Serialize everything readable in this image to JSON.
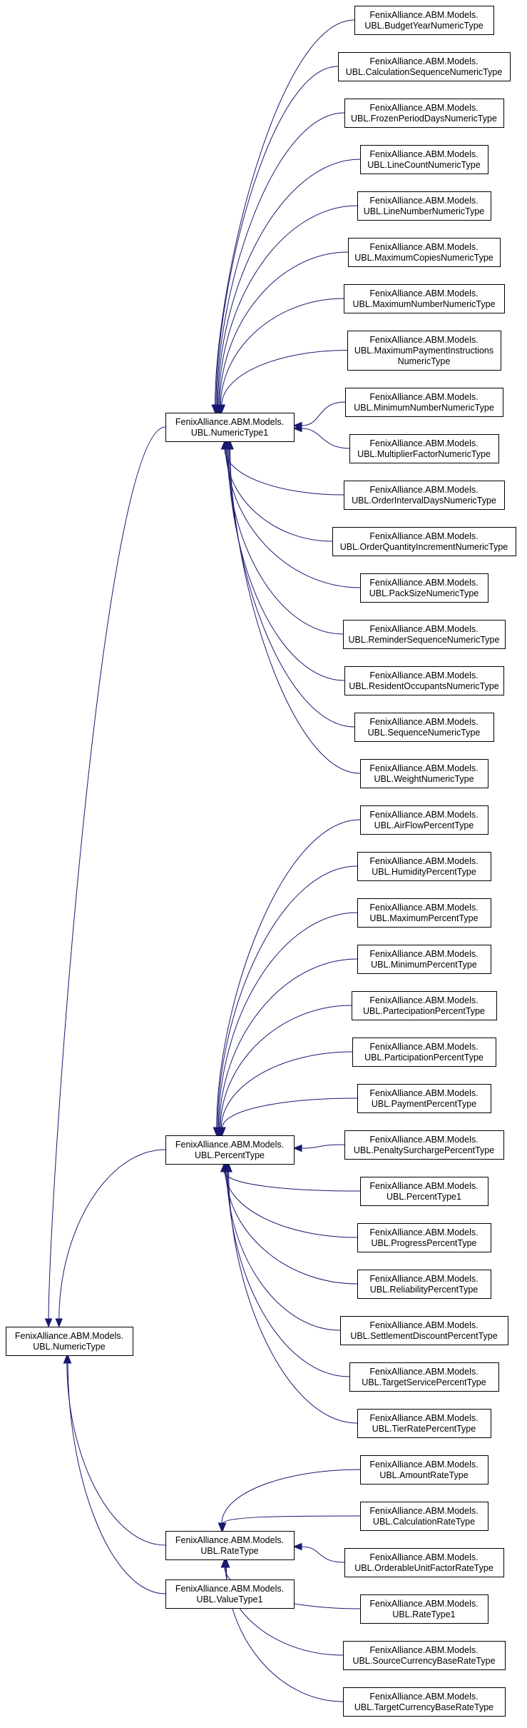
{
  "diagram": {
    "edge_color": "#191970",
    "nodes": [
      {
        "id": "numerictype",
        "lines": [
          "FenixAlliance.ABM.Models.",
          "UBL.NumericType"
        ]
      },
      {
        "id": "numerictype1",
        "lines": [
          "FenixAlliance.ABM.Models.",
          "UBL.NumericType1"
        ]
      },
      {
        "id": "percenttype",
        "lines": [
          "FenixAlliance.ABM.Models.",
          "UBL.PercentType"
        ]
      },
      {
        "id": "ratetype",
        "lines": [
          "FenixAlliance.ABM.Models.",
          "UBL.RateType"
        ]
      },
      {
        "id": "valuetype1",
        "lines": [
          "FenixAlliance.ABM.Models.",
          "UBL.ValueType1"
        ]
      },
      {
        "id": "budgetyear",
        "lines": [
          "FenixAlliance.ABM.Models.",
          "UBL.BudgetYearNumericType"
        ]
      },
      {
        "id": "calcseq",
        "lines": [
          "FenixAlliance.ABM.Models.",
          "UBL.CalculationSequenceNumericType"
        ]
      },
      {
        "id": "frozenperiod",
        "lines": [
          "FenixAlliance.ABM.Models.",
          "UBL.FrozenPeriodDaysNumericType"
        ]
      },
      {
        "id": "linecount",
        "lines": [
          "FenixAlliance.ABM.Models.",
          "UBL.LineCountNumericType"
        ]
      },
      {
        "id": "linenumber",
        "lines": [
          "FenixAlliance.ABM.Models.",
          "UBL.LineNumberNumericType"
        ]
      },
      {
        "id": "maxcopies",
        "lines": [
          "FenixAlliance.ABM.Models.",
          "UBL.MaximumCopiesNumericType"
        ]
      },
      {
        "id": "maxnumber",
        "lines": [
          "FenixAlliance.ABM.Models.",
          "UBL.MaximumNumberNumericType"
        ]
      },
      {
        "id": "maxpayment",
        "lines": [
          "FenixAlliance.ABM.Models.",
          "UBL.MaximumPaymentInstructions",
          "NumericType"
        ]
      },
      {
        "id": "minnumber",
        "lines": [
          "FenixAlliance.ABM.Models.",
          "UBL.MinimumNumberNumericType"
        ]
      },
      {
        "id": "multiplier",
        "lines": [
          "FenixAlliance.ABM.Models.",
          "UBL.MultiplierFactorNumericType"
        ]
      },
      {
        "id": "orderinterval",
        "lines": [
          "FenixAlliance.ABM.Models.",
          "UBL.OrderIntervalDaysNumericType"
        ]
      },
      {
        "id": "orderqty",
        "lines": [
          "FenixAlliance.ABM.Models.",
          "UBL.OrderQuantityIncrementNumericType"
        ]
      },
      {
        "id": "packsize",
        "lines": [
          "FenixAlliance.ABM.Models.",
          "UBL.PackSizeNumericType"
        ]
      },
      {
        "id": "reminderseq",
        "lines": [
          "FenixAlliance.ABM.Models.",
          "UBL.ReminderSequenceNumericType"
        ]
      },
      {
        "id": "resident",
        "lines": [
          "FenixAlliance.ABM.Models.",
          "UBL.ResidentOccupantsNumericType"
        ]
      },
      {
        "id": "sequence",
        "lines": [
          "FenixAlliance.ABM.Models.",
          "UBL.SequenceNumericType"
        ]
      },
      {
        "id": "weight",
        "lines": [
          "FenixAlliance.ABM.Models.",
          "UBL.WeightNumericType"
        ]
      },
      {
        "id": "airflow",
        "lines": [
          "FenixAlliance.ABM.Models.",
          "UBL.AirFlowPercentType"
        ]
      },
      {
        "id": "humidity",
        "lines": [
          "FenixAlliance.ABM.Models.",
          "UBL.HumidityPercentType"
        ]
      },
      {
        "id": "maxpercent",
        "lines": [
          "FenixAlliance.ABM.Models.",
          "UBL.MaximumPercentType"
        ]
      },
      {
        "id": "minpercent",
        "lines": [
          "FenixAlliance.ABM.Models.",
          "UBL.MinimumPercentType"
        ]
      },
      {
        "id": "partecipation",
        "lines": [
          "FenixAlliance.ABM.Models.",
          "UBL.PartecipationPercentType"
        ]
      },
      {
        "id": "participation",
        "lines": [
          "FenixAlliance.ABM.Models.",
          "UBL.ParticipationPercentType"
        ]
      },
      {
        "id": "payment",
        "lines": [
          "FenixAlliance.ABM.Models.",
          "UBL.PaymentPercentType"
        ]
      },
      {
        "id": "penalty",
        "lines": [
          "FenixAlliance.ABM.Models.",
          "UBL.PenaltySurchargePercentType"
        ]
      },
      {
        "id": "percent1",
        "lines": [
          "FenixAlliance.ABM.Models.",
          "UBL.PercentType1"
        ]
      },
      {
        "id": "progress",
        "lines": [
          "FenixAlliance.ABM.Models.",
          "UBL.ProgressPercentType"
        ]
      },
      {
        "id": "reliability",
        "lines": [
          "FenixAlliance.ABM.Models.",
          "UBL.ReliabilityPercentType"
        ]
      },
      {
        "id": "settlement",
        "lines": [
          "FenixAlliance.ABM.Models.",
          "UBL.SettlementDiscountPercentType"
        ]
      },
      {
        "id": "targetservice",
        "lines": [
          "FenixAlliance.ABM.Models.",
          "UBL.TargetServicePercentType"
        ]
      },
      {
        "id": "tierrate",
        "lines": [
          "FenixAlliance.ABM.Models.",
          "UBL.TierRatePercentType"
        ]
      },
      {
        "id": "amountrate",
        "lines": [
          "FenixAlliance.ABM.Models.",
          "UBL.AmountRateType"
        ]
      },
      {
        "id": "calcrate",
        "lines": [
          "FenixAlliance.ABM.Models.",
          "UBL.CalculationRateType"
        ]
      },
      {
        "id": "orderableunit",
        "lines": [
          "FenixAlliance.ABM.Models.",
          "UBL.OrderableUnitFactorRateType"
        ]
      },
      {
        "id": "ratetype1",
        "lines": [
          "FenixAlliance.ABM.Models.",
          "UBL.RateType1"
        ]
      },
      {
        "id": "sourcecurrency",
        "lines": [
          "FenixAlliance.ABM.Models.",
          "UBL.SourceCurrencyBaseRateType"
        ]
      },
      {
        "id": "targetcurrency",
        "lines": [
          "FenixAlliance.ABM.Models.",
          "UBL.TargetCurrencyBaseRateType"
        ]
      }
    ],
    "edges": [
      {
        "from": "numerictype1",
        "to": "numerictype"
      },
      {
        "from": "percenttype",
        "to": "numerictype"
      },
      {
        "from": "ratetype",
        "to": "numerictype"
      },
      {
        "from": "valuetype1",
        "to": "numerictype"
      },
      {
        "from": "budgetyear",
        "to": "numerictype1"
      },
      {
        "from": "calcseq",
        "to": "numerictype1"
      },
      {
        "from": "frozenperiod",
        "to": "numerictype1"
      },
      {
        "from": "linecount",
        "to": "numerictype1"
      },
      {
        "from": "linenumber",
        "to": "numerictype1"
      },
      {
        "from": "maxcopies",
        "to": "numerictype1"
      },
      {
        "from": "maxnumber",
        "to": "numerictype1"
      },
      {
        "from": "maxpayment",
        "to": "numerictype1"
      },
      {
        "from": "minnumber",
        "to": "numerictype1"
      },
      {
        "from": "multiplier",
        "to": "numerictype1"
      },
      {
        "from": "orderinterval",
        "to": "numerictype1"
      },
      {
        "from": "orderqty",
        "to": "numerictype1"
      },
      {
        "from": "packsize",
        "to": "numerictype1"
      },
      {
        "from": "reminderseq",
        "to": "numerictype1"
      },
      {
        "from": "resident",
        "to": "numerictype1"
      },
      {
        "from": "sequence",
        "to": "numerictype1"
      },
      {
        "from": "weight",
        "to": "numerictype1"
      },
      {
        "from": "airflow",
        "to": "percenttype"
      },
      {
        "from": "humidity",
        "to": "percenttype"
      },
      {
        "from": "maxpercent",
        "to": "percenttype"
      },
      {
        "from": "minpercent",
        "to": "percenttype"
      },
      {
        "from": "partecipation",
        "to": "percenttype"
      },
      {
        "from": "participation",
        "to": "percenttype"
      },
      {
        "from": "payment",
        "to": "percenttype"
      },
      {
        "from": "penalty",
        "to": "percenttype"
      },
      {
        "from": "percent1",
        "to": "percenttype"
      },
      {
        "from": "progress",
        "to": "percenttype"
      },
      {
        "from": "reliability",
        "to": "percenttype"
      },
      {
        "from": "settlement",
        "to": "percenttype"
      },
      {
        "from": "targetservice",
        "to": "percenttype"
      },
      {
        "from": "tierrate",
        "to": "percenttype"
      },
      {
        "from": "amountrate",
        "to": "ratetype"
      },
      {
        "from": "calcrate",
        "to": "ratetype"
      },
      {
        "from": "orderableunit",
        "to": "ratetype"
      },
      {
        "from": "ratetype1",
        "to": "ratetype"
      },
      {
        "from": "sourcecurrency",
        "to": "ratetype"
      },
      {
        "from": "targetcurrency",
        "to": "ratetype"
      }
    ]
  }
}
